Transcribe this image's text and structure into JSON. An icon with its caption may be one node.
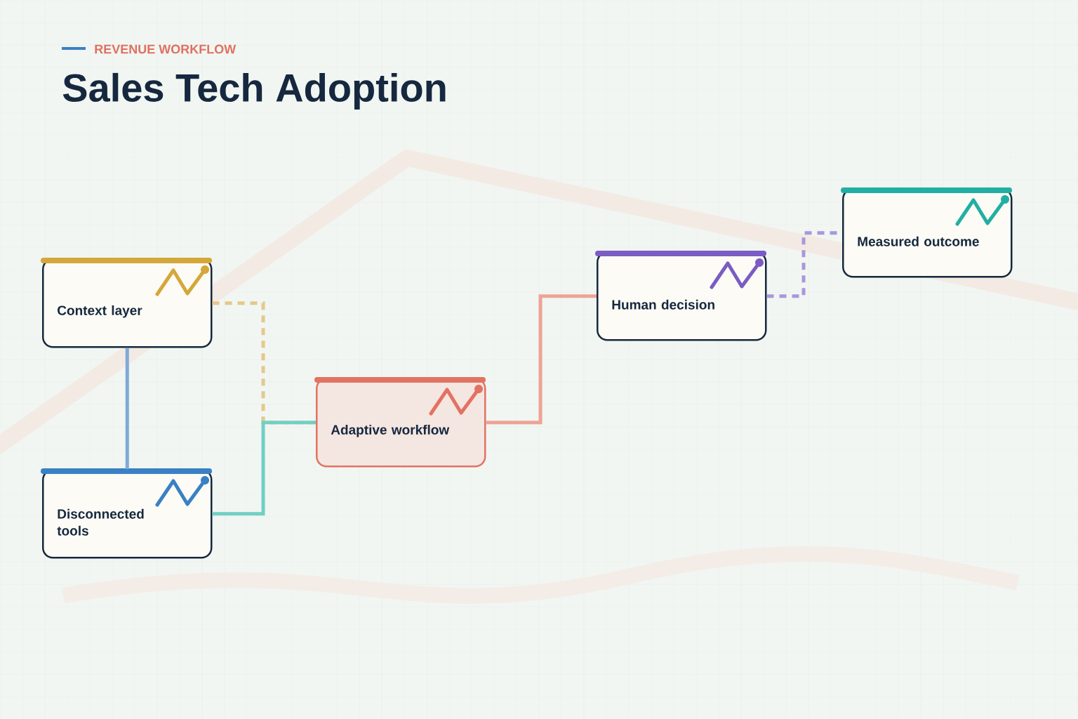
{
  "diagram": {
    "title": "Sales Tech Adoption",
    "nodes": [
      {
        "text": [
          "Context layer"
        ]
      },
      {
        "text": [
          "Disconnected tools"
        ]
      },
      {
        "text": [
          "Adaptive workflow"
        ]
      },
      {
        "text": [
          "Human decision"
        ]
      },
      {
        "text": [
          "Measured outcome"
        ]
      }
    ],
    "edges": [
      {
        "from": 0,
        "to": 1,
        "arrow": "none",
        "color": "#7fa9d6"
      },
      {
        "from": 0,
        "to": 2,
        "arrow": "none",
        "style": "dashed",
        "color": "#e3c98a"
      },
      {
        "from": 1,
        "to": 2,
        "arrow": "none",
        "color": "#72cfc4"
      },
      {
        "from": 2,
        "to": 3,
        "arrow": "none",
        "color": "#eea396"
      },
      {
        "from": 3,
        "to": 4,
        "arrow": "none",
        "style": "dashed",
        "color": "#a898dc"
      }
    ],
    "labels": [
      "REVENUE WORKFLOW"
    ]
  }
}
